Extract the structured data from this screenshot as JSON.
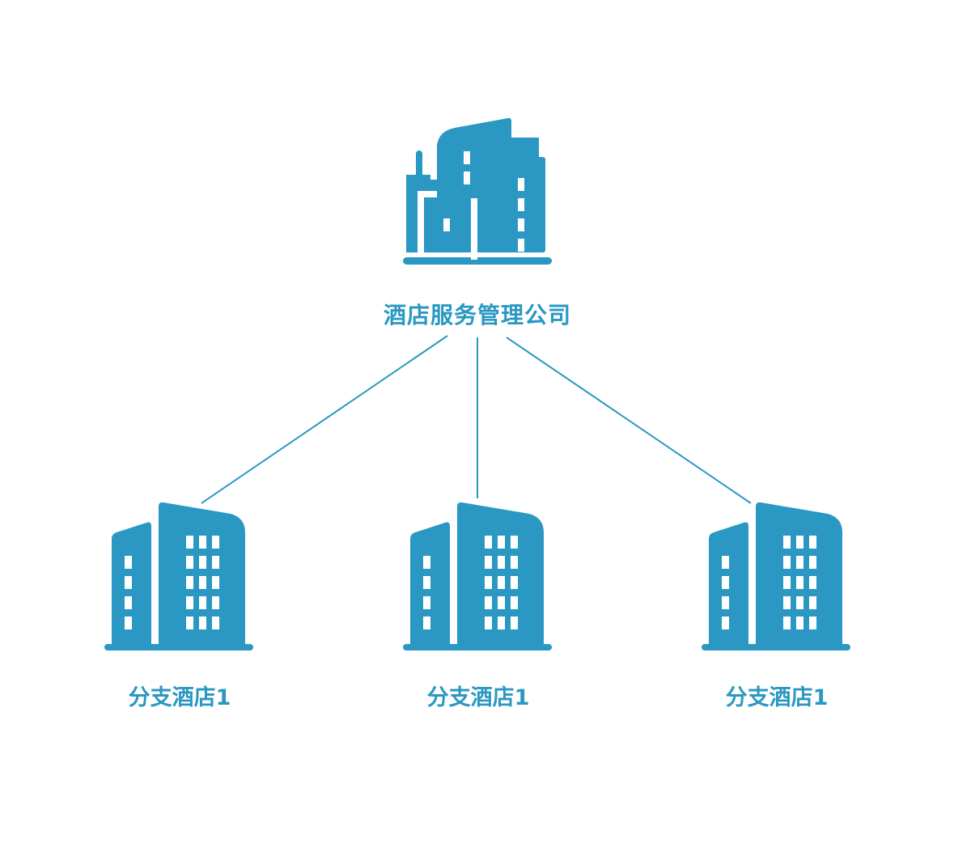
{
  "colors": {
    "primary": "#2a98c2",
    "background": "#ffffff"
  },
  "headquarters": {
    "label": "酒店服务管理公司",
    "icon": "city-buildings-icon"
  },
  "branches": [
    {
      "label": "分支酒店1",
      "icon": "office-building-icon"
    },
    {
      "label": "分支酒店1",
      "icon": "office-building-icon"
    },
    {
      "label": "分支酒店1",
      "icon": "office-building-icon"
    }
  ],
  "connectors": [
    {
      "from": "headquarters",
      "to": "branch-1"
    },
    {
      "from": "headquarters",
      "to": "branch-2"
    },
    {
      "from": "headquarters",
      "to": "branch-3"
    }
  ]
}
